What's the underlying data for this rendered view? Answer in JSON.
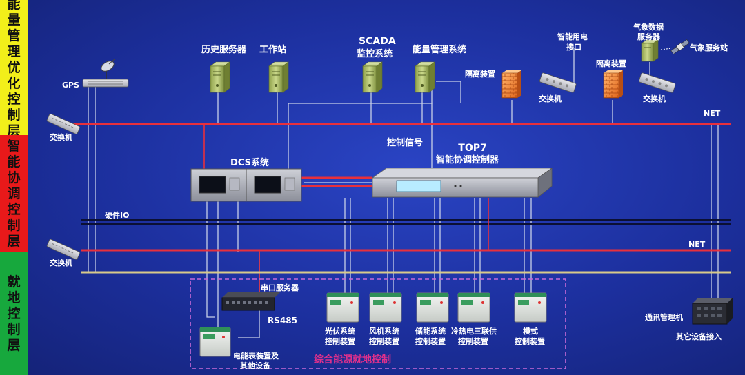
{
  "layers": {
    "optimization": [
      "能",
      "量",
      "管",
      "理",
      "优",
      "化",
      "控",
      "制",
      "层"
    ],
    "coordination": [
      "智",
      "能",
      "协",
      "调",
      "控",
      "制",
      "层"
    ],
    "local": [
      "就",
      "地",
      "控",
      "制",
      "层"
    ]
  },
  "labels": {
    "gps": "GPS",
    "switch_top": "交换机",
    "switch_mid": "交换机",
    "history_server": "历史服务器",
    "workstation": "工作站",
    "scada_1": "SCADA",
    "scada_2": "监控系统",
    "ems": "能量管理系统",
    "isolation_1": "隔离装置",
    "isolation_2": "隔离装置",
    "power_interface_1": "智能用电",
    "power_interface_2": "接口",
    "weather_data_1": "气象数据",
    "weather_data_2": "服务器",
    "weather_station": "气象服务站",
    "switch_net1": "交换机",
    "switch_net2": "交换机",
    "net_top": "NET",
    "net_bottom": "NET",
    "control_signal": "控制信号",
    "top7_1": "TOP7",
    "top7_2": "智能协调控制器",
    "dcs": "DCS系统",
    "hardwire_io": "硬件IO",
    "serial_server": "串口服务器",
    "rs485": "RS485",
    "meter_1": "电能表装置及",
    "meter_2": "其他设备",
    "pv_1": "光伏系统",
    "pv_2": "控制装置",
    "wind_1": "风机系统",
    "wind_2": "控制装置",
    "storage_1": "储能系统",
    "storage_2": "控制装置",
    "cchp_1": "冷热电三联供",
    "cchp_2": "控制装置",
    "mode_1": "模式",
    "mode_2": "控制装置",
    "comm_manager": "通讯管理机",
    "other_devices": "其它设备接入",
    "local_control": "综合能源就地控制"
  },
  "colors": {
    "net_line": "#e8303c",
    "signal_line": "#c8d0e8",
    "io_line": "#0b1034",
    "power_line": "#d8ca8a",
    "group_border": "#c86ad8",
    "local_control_text": "#e0308c"
  }
}
